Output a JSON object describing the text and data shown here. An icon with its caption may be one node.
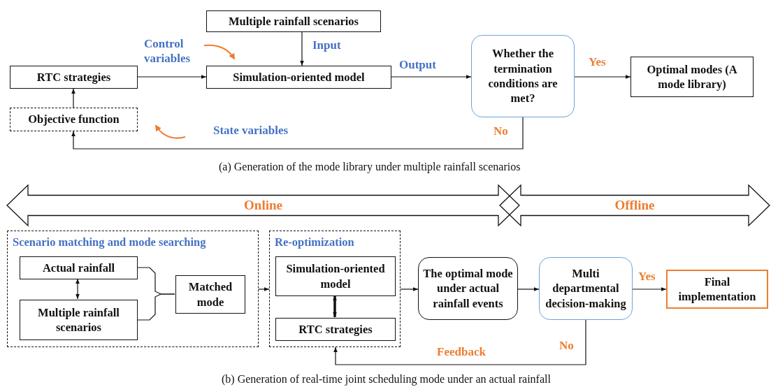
{
  "diagram": {
    "nodes": [
      {
        "text": [
          "Multiple rainfall scenarios"
        ]
      },
      {
        "text": [
          "RTC strategies"
        ]
      },
      {
        "text": [
          "Simulation-oriented model"
        ]
      },
      {
        "text": [
          "Whether the termination conditions are met?"
        ]
      },
      {
        "text": [
          "Optimal modes (A mode library)"
        ]
      },
      {
        "text": [
          "Objective function"
        ]
      },
      {
        "text": [
          "Online"
        ]
      },
      {
        "text": [
          "Offline"
        ]
      },
      {
        "text": [
          "Scenario matching and mode searching"
        ]
      },
      {
        "text": [
          "Actual rainfall"
        ],
        "in": 8
      },
      {
        "text": [
          "Multiple rainfall scenarios"
        ],
        "in": 8
      },
      {
        "text": [
          "Matched mode"
        ],
        "in": 8
      },
      {
        "text": [
          "Re-optimization"
        ]
      },
      {
        "text": [
          "Simulation-oriented model"
        ],
        "in": 12
      },
      {
        "text": [
          "RTC strategies"
        ],
        "in": 12
      },
      {
        "text": [
          "The optimal mode under actual rainfall events"
        ]
      },
      {
        "text": [
          "Multi departmental decision-making"
        ]
      },
      {
        "text": [
          "Final implementation"
        ]
      }
    ],
    "edges": [
      {
        "from": 0,
        "to": 2,
        "arrow": "to",
        "label": "Input"
      },
      {
        "from": 1,
        "to": 2,
        "arrow": "to",
        "label": "Control variables"
      },
      {
        "from": 2,
        "to": 3,
        "arrow": "to",
        "label": "Output"
      },
      {
        "from": 3,
        "to": 4,
        "arrow": "to",
        "label": "Yes"
      },
      {
        "from": 3,
        "to": 5,
        "arrow": "to",
        "label": "No"
      },
      {
        "from": 5,
        "to": 1,
        "arrow": "to"
      },
      {
        "from": 9,
        "to": 10,
        "arrow": "both"
      },
      {
        "from": 9,
        "to": 11,
        "arrow": "none"
      },
      {
        "from": 10,
        "to": 11,
        "arrow": "none"
      },
      {
        "from": 8,
        "to": 12,
        "arrow": "to"
      },
      {
        "from": 13,
        "to": 14,
        "arrow": "both",
        "style": "thick"
      },
      {
        "from": 12,
        "to": 15,
        "arrow": "to"
      },
      {
        "from": 15,
        "to": 16,
        "arrow": "to"
      },
      {
        "from": 16,
        "to": 17,
        "arrow": "to",
        "label": "Yes"
      },
      {
        "from": 16,
        "to": 12,
        "arrow": "to",
        "label": "No"
      }
    ],
    "labels": [
      "State variables",
      "Feedback",
      "(a) Generation of the mode library under multiple rainfall scenarios",
      "(b) Generation of real-time joint scheduling mode under an actual rainfall"
    ]
  }
}
